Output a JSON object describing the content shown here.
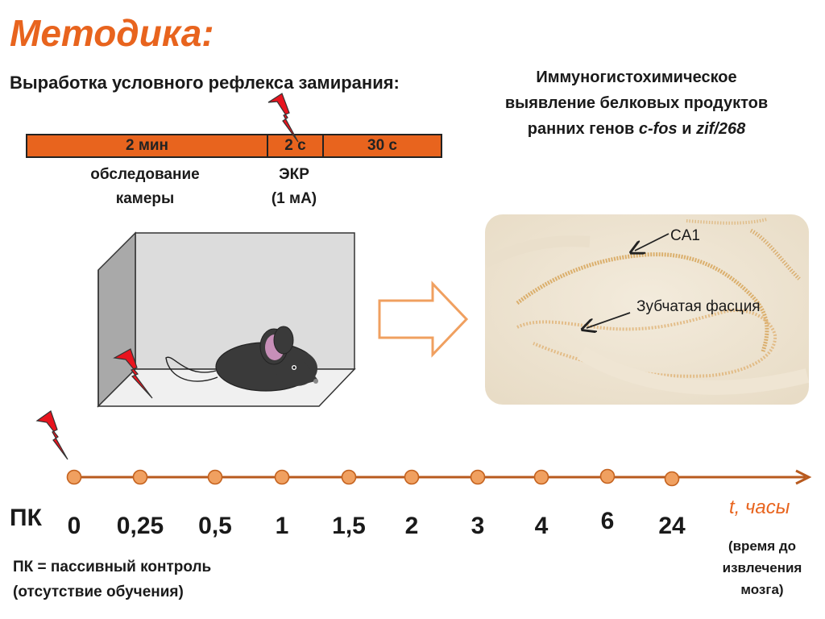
{
  "header": {
    "title": "Методика:",
    "subtitle": "Выработка условного рефлекса замирания:"
  },
  "protocol": {
    "segments": [
      {
        "label": "2 мин",
        "caption_line1": "обследование",
        "caption_line2": "камеры"
      },
      {
        "label": "2 с",
        "caption_line1": "ЭКР",
        "caption_line2": "(1 мА)"
      },
      {
        "label": "30 с"
      }
    ]
  },
  "immuno": {
    "text_plain": "Иммуногистохимическое выявление белковых продуктов ранних генов",
    "gene1": "c-fos",
    "conj": "и",
    "gene2": "zif/268"
  },
  "micrograph": {
    "label_ca1": "CA1",
    "label_dentate": "Зубчатая фасция"
  },
  "timeline": {
    "ticks": [
      "0",
      "0,25",
      "0,5",
      "1",
      "1,5",
      "2",
      "3",
      "4",
      "6",
      "24"
    ],
    "pk": "ПК",
    "axis_label": "t, часы",
    "axis_note_line1": "(время до",
    "axis_note_line2": "извлечения",
    "axis_note_line3": "мозга)"
  },
  "legend": {
    "line1": "ПК = пассивный контроль",
    "line2": "(отсутствие обучения)"
  },
  "colors": {
    "accent": "#e8641e",
    "bar_fill": "#e8641e",
    "node_fill": "#f0a060",
    "lightning": "#e8141e"
  }
}
